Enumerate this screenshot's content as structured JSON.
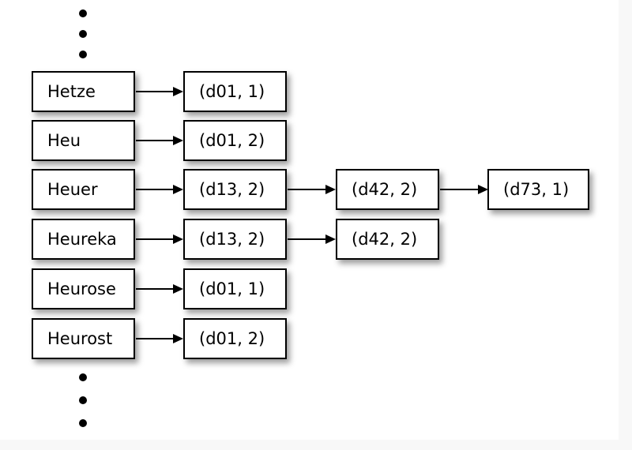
{
  "figure": {
    "title": "inverted-index-dictionary-postings-diagram",
    "background_color": "#ffffff",
    "page_color": "#f8f8f8",
    "box_border_color": "#000000",
    "box_fill_color": "#ffffff",
    "text_color": "#000000",
    "arrow_color": "#000000"
  },
  "ellipsis_top": {
    "name": "vertical-ellipsis-above-dictionary",
    "dots": 3
  },
  "ellipsis_bottom": {
    "name": "vertical-ellipsis-below-dictionary",
    "dots": 3
  },
  "dictionary": {
    "name": "dictionary-terms-column",
    "terms": [
      {
        "label": "Hetze"
      },
      {
        "label": "Heu"
      },
      {
        "label": "Heuer"
      },
      {
        "label": "Heureka"
      },
      {
        "label": "Heurose"
      },
      {
        "label": "Heurost"
      }
    ]
  },
  "postings": {
    "name": "postings-lists",
    "column1": [
      {
        "label": "(d01, 1)"
      },
      {
        "label": "(d01, 2)"
      },
      {
        "label": "(d13, 2)"
      },
      {
        "label": "(d13, 2)"
      },
      {
        "label": "(d01, 1)"
      },
      {
        "label": "(d01, 2)"
      }
    ],
    "column2": [
      {
        "label": "(d42, 2)"
      },
      {
        "label": "(d42, 2)"
      }
    ],
    "column3": [
      {
        "label": "(d73, 1)"
      }
    ]
  }
}
